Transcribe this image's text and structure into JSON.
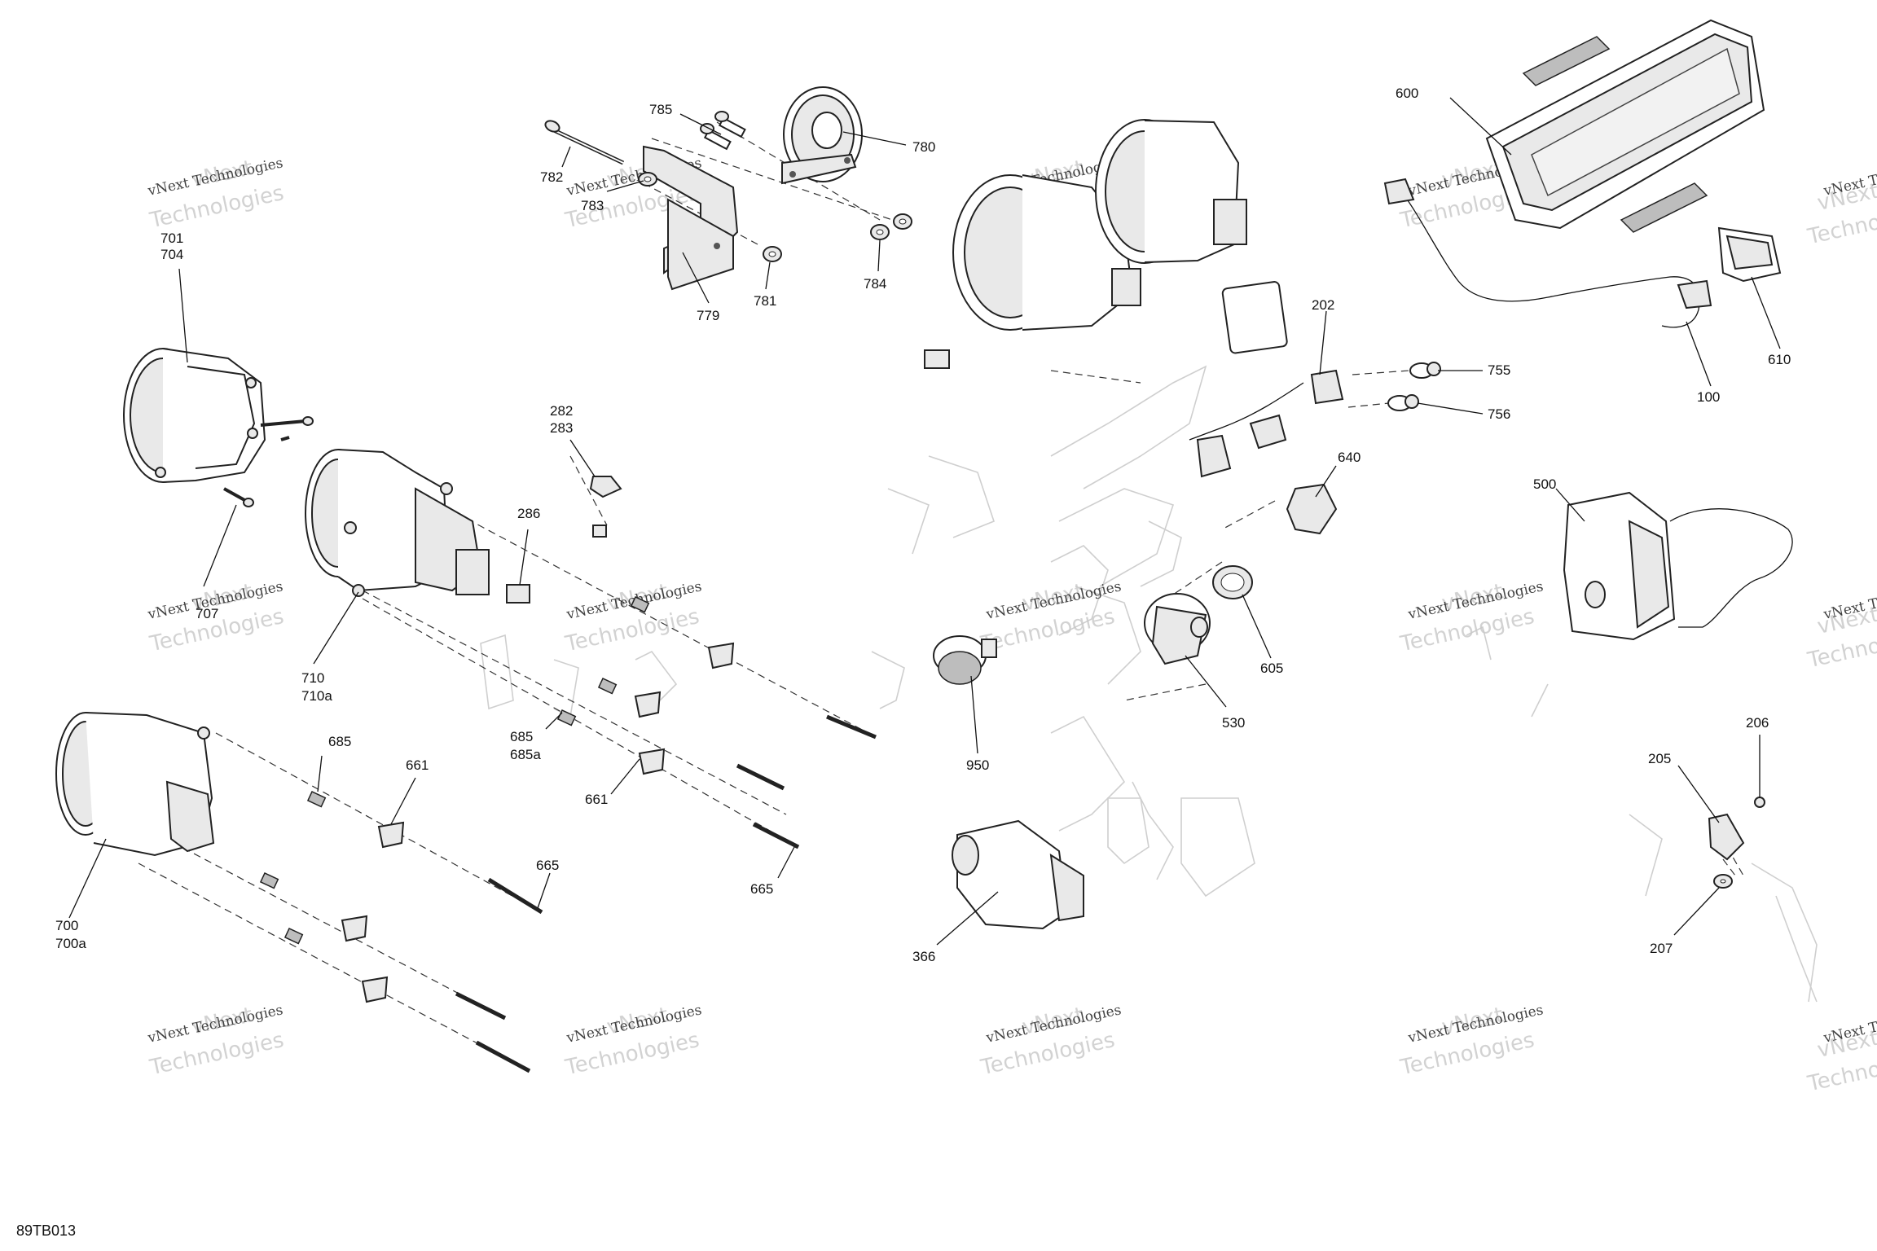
{
  "diagram": {
    "code": "89TB013",
    "callouts": [
      {
        "id": "c600",
        "text": "600"
      },
      {
        "id": "c610",
        "text": "610"
      },
      {
        "id": "c100",
        "text": "100"
      },
      {
        "id": "c202",
        "text": "202"
      },
      {
        "id": "c755",
        "text": "755"
      },
      {
        "id": "c756",
        "text": "756"
      },
      {
        "id": "c640",
        "text": "640"
      },
      {
        "id": "c605",
        "text": "605"
      },
      {
        "id": "c530",
        "text": "530"
      },
      {
        "id": "c950",
        "text": "950"
      },
      {
        "id": "c366",
        "text": "366"
      },
      {
        "id": "c500",
        "text": "500"
      },
      {
        "id": "c205",
        "text": "205"
      },
      {
        "id": "c206",
        "text": "206"
      },
      {
        "id": "c207",
        "text": "207"
      },
      {
        "id": "c785",
        "text": "785"
      },
      {
        "id": "c780",
        "text": "780"
      },
      {
        "id": "c782",
        "text": "782"
      },
      {
        "id": "c783",
        "text": "783"
      },
      {
        "id": "c779",
        "text": "779"
      },
      {
        "id": "c781",
        "text": "781"
      },
      {
        "id": "c784",
        "text": "784"
      },
      {
        "id": "c701",
        "text": "701"
      },
      {
        "id": "c704",
        "text": "704"
      },
      {
        "id": "c707",
        "text": "707"
      },
      {
        "id": "c282",
        "text": "282"
      },
      {
        "id": "c283",
        "text": "283"
      },
      {
        "id": "c286",
        "text": "286"
      },
      {
        "id": "c710",
        "text": "710"
      },
      {
        "id": "c710a",
        "text": "710a"
      },
      {
        "id": "c685",
        "text": "685"
      },
      {
        "id": "c685b",
        "text": "685"
      },
      {
        "id": "c685a",
        "text": "685a"
      },
      {
        "id": "c661",
        "text": "661"
      },
      {
        "id": "c661b",
        "text": "661"
      },
      {
        "id": "c665",
        "text": "665"
      },
      {
        "id": "c665b",
        "text": "665"
      },
      {
        "id": "c700",
        "text": "700"
      },
      {
        "id": "c700a",
        "text": "700a"
      }
    ],
    "watermark": {
      "line1": "vNext Technologies",
      "line2": "vNext",
      "line3": "Technologies"
    }
  }
}
